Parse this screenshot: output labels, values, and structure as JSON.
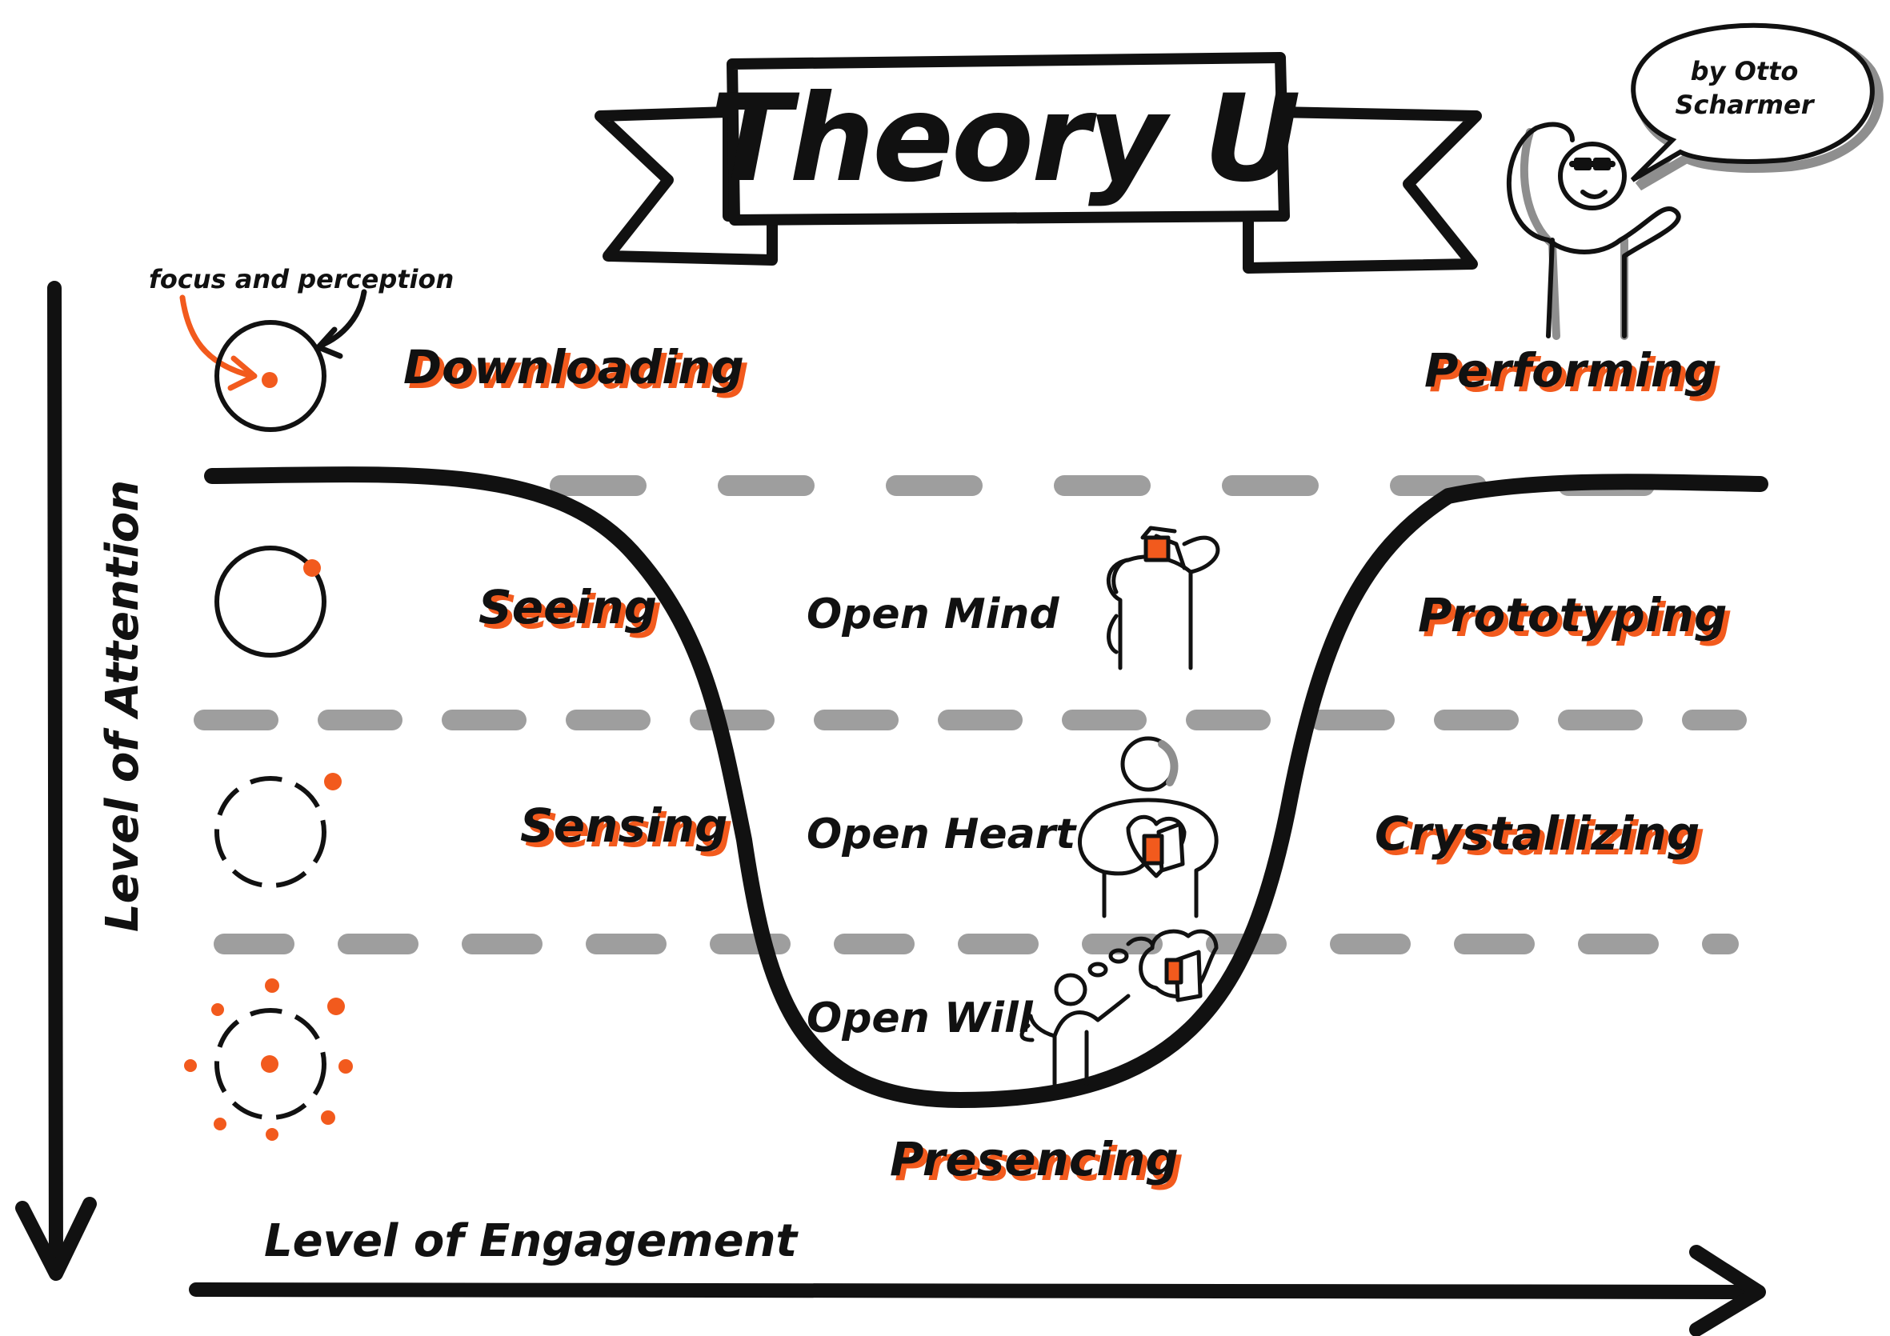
{
  "title": "Theory U",
  "author": {
    "line1": "by Otto",
    "line2": "Scharmer"
  },
  "note": "focus and perception",
  "axes": {
    "vertical": "Level of Attention",
    "horizontal": "Level of Engagement"
  },
  "left_stages": {
    "downloading": "Downloading",
    "seeing": "Seeing",
    "sensing": "Sensing"
  },
  "bottom_stage": "Presencing",
  "right_stages": {
    "performing": "Performing",
    "prototyping": "Prototyping",
    "crystallizing": "Crystallizing"
  },
  "openings": {
    "mind": "Open Mind",
    "heart": "Open Heart",
    "will": "Open Will"
  },
  "colors": {
    "accent": "#f25a1d",
    "ink": "#111111",
    "dash": "#9e9e9e"
  },
  "icons": [
    "attention-circle-icon",
    "open-mind-figure-icon",
    "open-heart-figure-icon",
    "open-will-figure-icon",
    "presenter-figure-icon",
    "speech-bubble-icon"
  ]
}
